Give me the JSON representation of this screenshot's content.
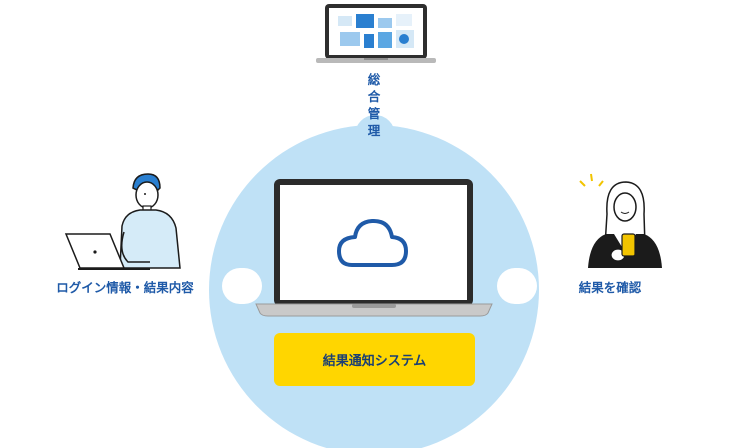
{
  "labels": {
    "left": "ログイン情報・結果内容",
    "right": "結果を確認",
    "top": "総合管理"
  },
  "system_box": {
    "label": "結果通知システム"
  },
  "colors": {
    "circle": "#bfe1f6",
    "label_text": "#1f5aa8",
    "system_box": "#ffd600",
    "cloud_stroke": "#1f5aa8"
  },
  "icons": {
    "center": "cloud-icon",
    "top": "admin-laptop-dashboard",
    "left": "man-typing-on-laptop",
    "right": "woman-with-smartphone"
  }
}
